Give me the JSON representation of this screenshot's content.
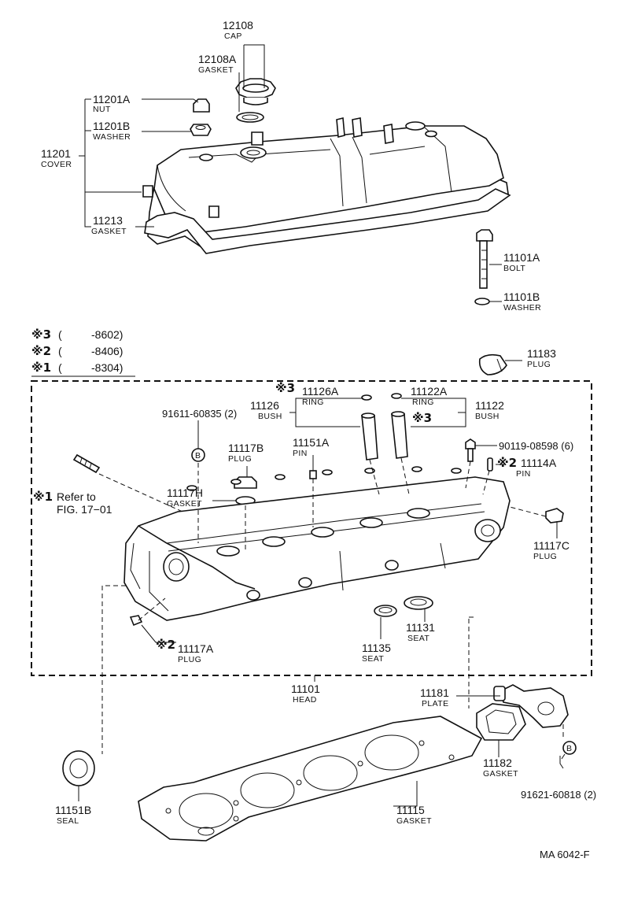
{
  "parts": {
    "p12108": {
      "num": "12108",
      "name": "CAP"
    },
    "p12108A": {
      "num": "12108A",
      "name": "GASKET"
    },
    "p11201A": {
      "num": "11201A",
      "name": "NUT"
    },
    "p11201B": {
      "num": "11201B",
      "name": "WASHER"
    },
    "p11201": {
      "num": "11201",
      "name": "COVER"
    },
    "p11213": {
      "num": "11213",
      "name": "GASKET"
    },
    "p11101A": {
      "num": "11101A",
      "name": "BOLT"
    },
    "p11101B": {
      "num": "11101B",
      "name": "WASHER"
    },
    "p11183": {
      "num": "11183",
      "name": "PLUG"
    },
    "p11126A": {
      "num": "11126A",
      "name": "RING"
    },
    "p11126": {
      "num": "11126",
      "name": "BUSH"
    },
    "p11122A": {
      "num": "11122A",
      "name": "RING"
    },
    "p11122": {
      "num": "11122",
      "name": "BUSH"
    },
    "p91611": {
      "num": "91611-60835 (2)"
    },
    "p11117B": {
      "num": "11117B",
      "name": "PLUG"
    },
    "p11151A": {
      "num": "11151A",
      "name": "PIN"
    },
    "p90119": {
      "num": "90119-08598 (6)"
    },
    "p11114A": {
      "num": "11114A",
      "name": "PIN"
    },
    "p11117H": {
      "num": "11117H",
      "name": "GASKET"
    },
    "p11117C": {
      "num": "11117C",
      "name": "PLUG"
    },
    "p11117A": {
      "num": "11117A",
      "name": "PLUG"
    },
    "p11131": {
      "num": "11131",
      "name": "SEAT"
    },
    "p11135": {
      "num": "11135",
      "name": "SEAT"
    },
    "p11101": {
      "num": "11101",
      "name": "HEAD"
    },
    "p11181": {
      "num": "11181",
      "name": "PLATE"
    },
    "p11182": {
      "num": "11182",
      "name": "GASKET"
    },
    "p91621": {
      "num": "91621-60818 (2)"
    },
    "p11151B": {
      "num": "11151B",
      "name": "SEAL"
    },
    "p11115": {
      "num": "11115",
      "name": "GASKET"
    }
  },
  "legend": [
    {
      "mark": "※3",
      "open": "(",
      "range": "-8602)"
    },
    {
      "mark": "※2",
      "open": "(",
      "range": "-8406)"
    },
    {
      "mark": "※1",
      "open": "(",
      "range": "-8304)"
    }
  ],
  "notes": {
    "mark3": "※3",
    "mark3b": "※3",
    "mark2a": "※2",
    "mark2b": "※2",
    "mark1": "※1",
    "refer": "Refer to",
    "fig": "FIG. 17−01",
    "bolt_code": "B",
    "bolt_code2": "B"
  },
  "footer": {
    "code": "MA  6042-F"
  }
}
